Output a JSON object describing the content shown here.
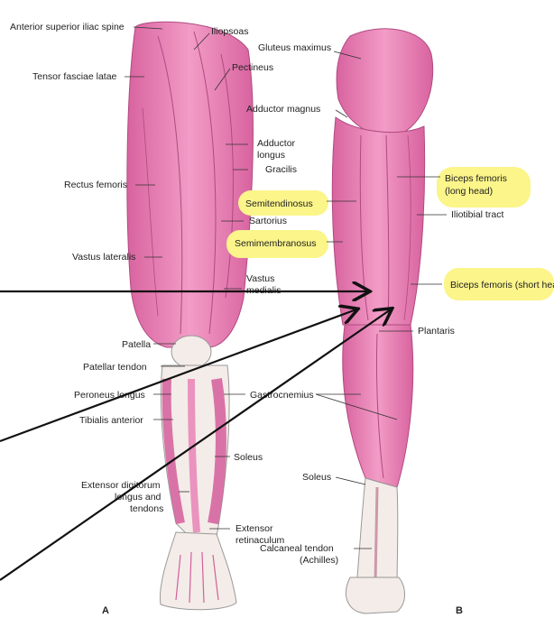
{
  "panel_a": {
    "letter": "A",
    "labels": {
      "asis": "Anterior superior iliac spine",
      "iliopsoas": "Iliopsoas",
      "tfl": "Tensor fasciae latae",
      "pectineus": "Pectineus",
      "adductor_longus_1": "Adductor",
      "adductor_longus_2": "longus",
      "gracilis": "Gracilis",
      "rectus_femoris": "Rectus femoris",
      "sartorius": "Sartorius",
      "vastus_lateralis": "Vastus lateralis",
      "vastus_medialis_1": "Vastus",
      "vastus_medialis_2": "medialis",
      "patella": "Patella",
      "patellar_tendon": "Patellar tendon",
      "peroneus_longus": "Peroneus longus",
      "gastrocnemius": "Gastrocnemius",
      "tibialis_anterior": "Tibialis anterior",
      "soleus": "Soleus",
      "edl_1": "Extensor digitorum",
      "edl_2": "longus and",
      "edl_3": "tendons",
      "ext_ret_1": "Extensor",
      "ext_ret_2": "retinaculum"
    }
  },
  "panel_b": {
    "letter": "B",
    "labels": {
      "gluteus_maximus": "Gluteus maximus",
      "adductor_magnus": "Adductor magnus",
      "semitendinosus": "Semitendinosus",
      "semimembranosus": "Semimembranosus",
      "biceps_long_1": "Biceps femoris",
      "biceps_long_2": "(long head)",
      "iliotibial_tract": "Iliotibial tract",
      "biceps_short": "Biceps femoris (short head)",
      "plantaris": "Plantaris",
      "soleus": "Soleus",
      "calcaneal_1": "Calcaneal tendon",
      "calcaneal_2": "(Achilles)"
    }
  },
  "colors": {
    "muscle": "#e87fb4",
    "muscle_dark": "#c9558f",
    "skin": "#f4ece8",
    "highlight": "#fbf58a",
    "arrow": "#111111"
  }
}
